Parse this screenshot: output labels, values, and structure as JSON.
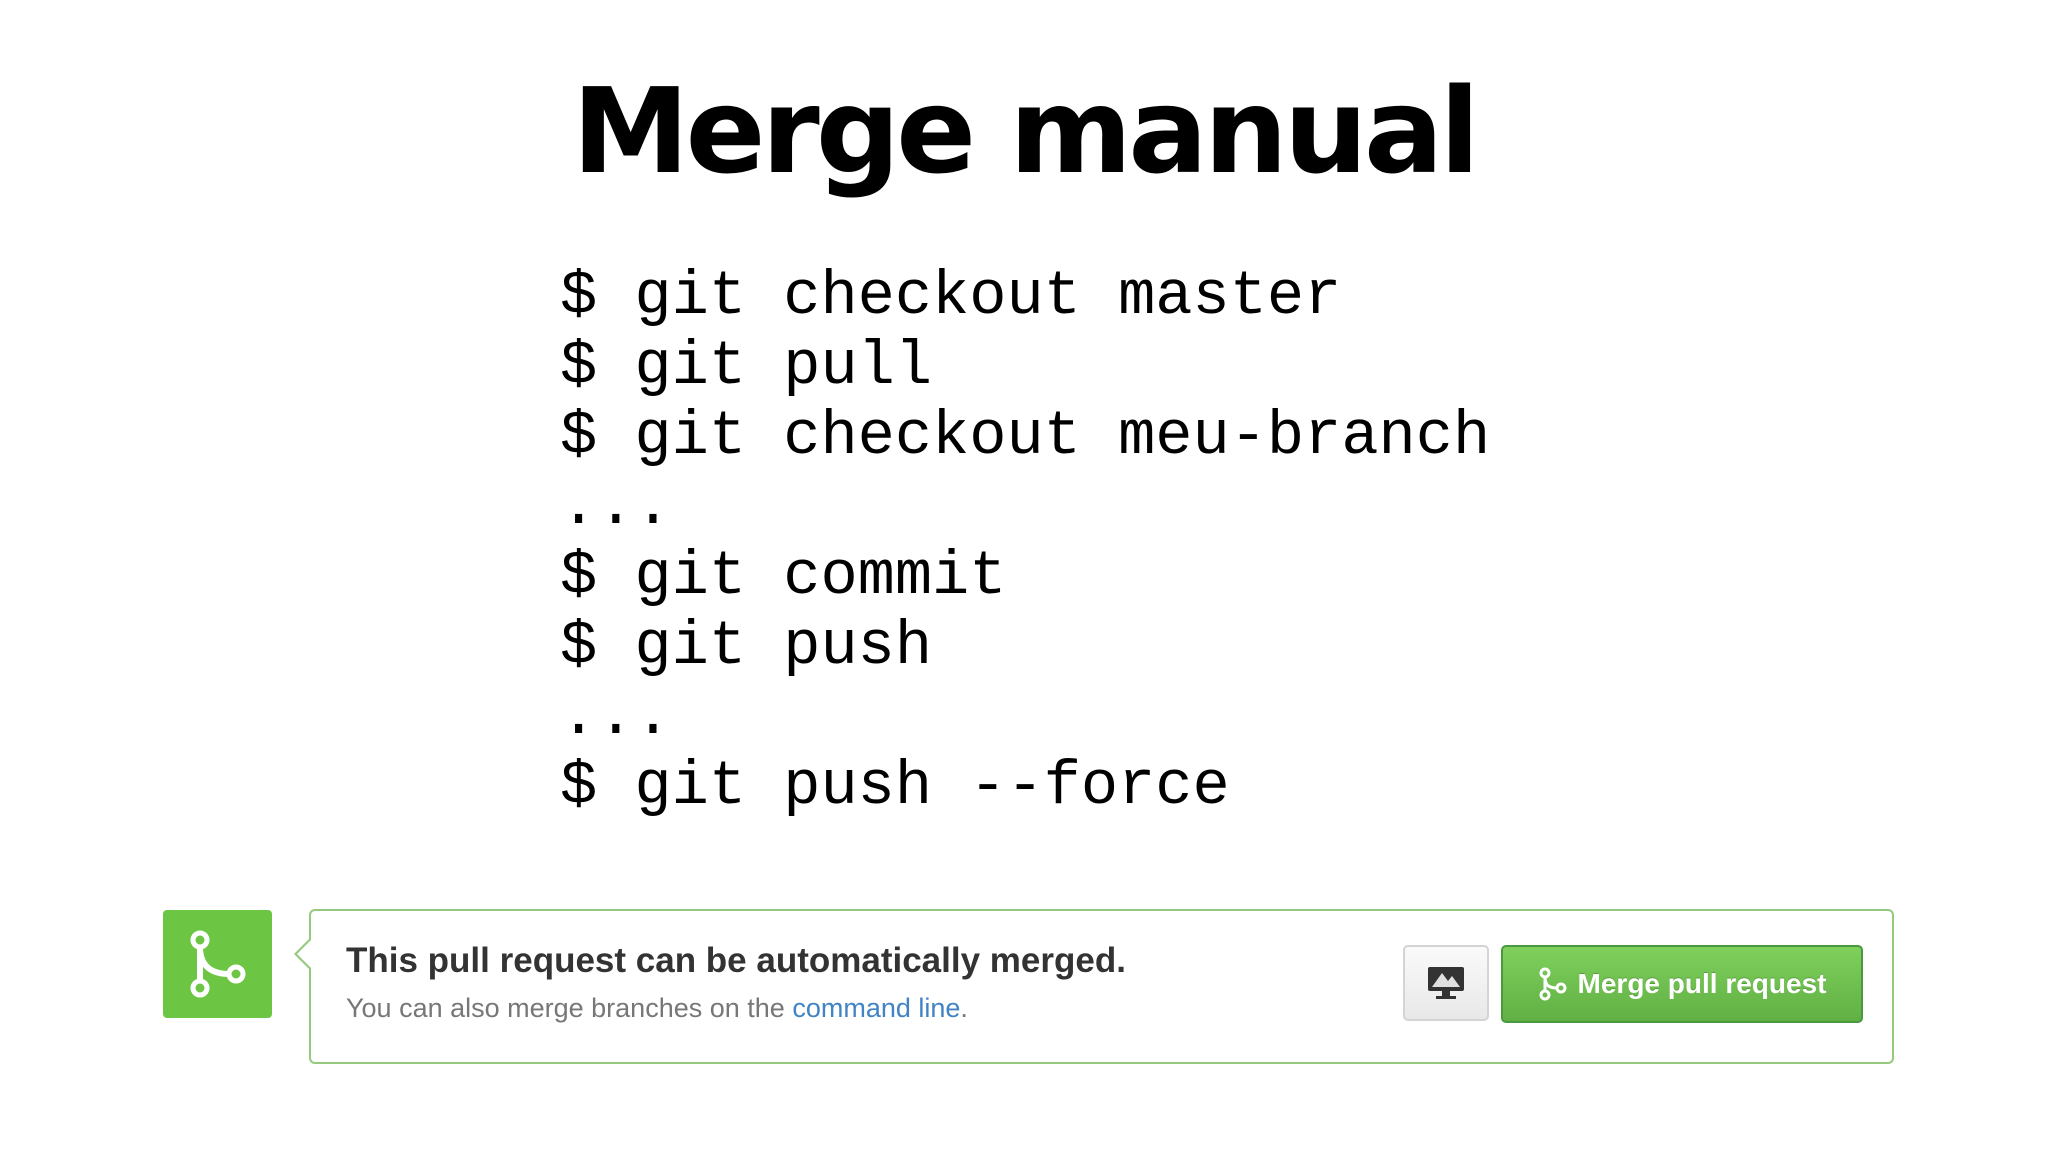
{
  "slide": {
    "title": "Merge manual",
    "code_lines": [
      "$ git checkout master",
      "$ git pull",
      "$ git checkout meu-branch",
      "...",
      "$ git commit",
      "$ git push",
      "...",
      "$ git push --force"
    ]
  },
  "merge_panel": {
    "status_icon": "git-merge-icon",
    "heading": "This pull request can be automatically merged.",
    "sub_prefix": "You can also merge branches on the",
    "sub_link": "command line",
    "sub_suffix": ".",
    "cli_button_icon": "monitor-icon",
    "merge_button_icon": "git-merge-icon",
    "merge_button_label": "Merge pull request"
  },
  "colors": {
    "accent_green": "#6cc644",
    "panel_border": "#95c97e",
    "link_blue": "#4183c4"
  }
}
